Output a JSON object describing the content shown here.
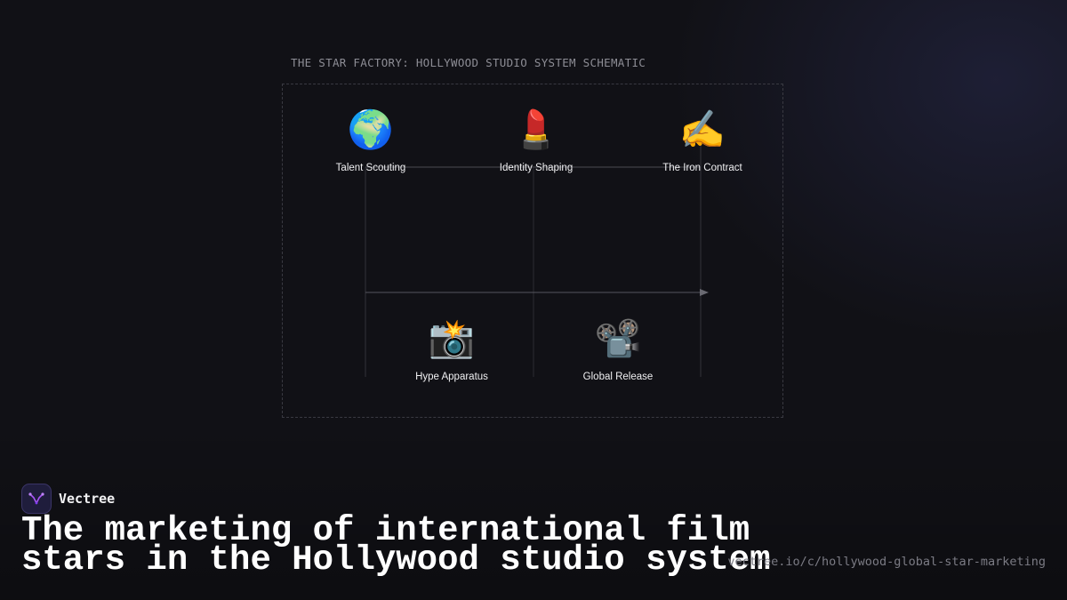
{
  "diagram": {
    "title": "THE STAR FACTORY: HOLLYWOOD STUDIO SYSTEM SCHEMATIC",
    "nodes": [
      {
        "label": "Talent Scouting",
        "icon": "🌍",
        "icon_name": "globe-icon"
      },
      {
        "label": "Identity Shaping",
        "icon": "💄",
        "icon_name": "lipstick-icon"
      },
      {
        "label": "The Iron Contract",
        "icon": "✍️",
        "icon_name": "writing-hand-icon"
      },
      {
        "label": "Hype Apparatus",
        "icon": "📸",
        "icon_name": "camera-flash-icon"
      },
      {
        "label": "Global Release",
        "icon": "📽️",
        "icon_name": "film-projector-icon"
      }
    ]
  },
  "brand": {
    "name": "Vectree"
  },
  "headline": {
    "line1": "The marketing of international film",
    "line2": "stars in the Hollywood studio system"
  },
  "footer": {
    "url": "vectree.io/c/hollywood-global-star-marketing"
  },
  "colors": {
    "background": "#111116",
    "line": "#4a4a52",
    "accent": "#8b5cf6"
  }
}
